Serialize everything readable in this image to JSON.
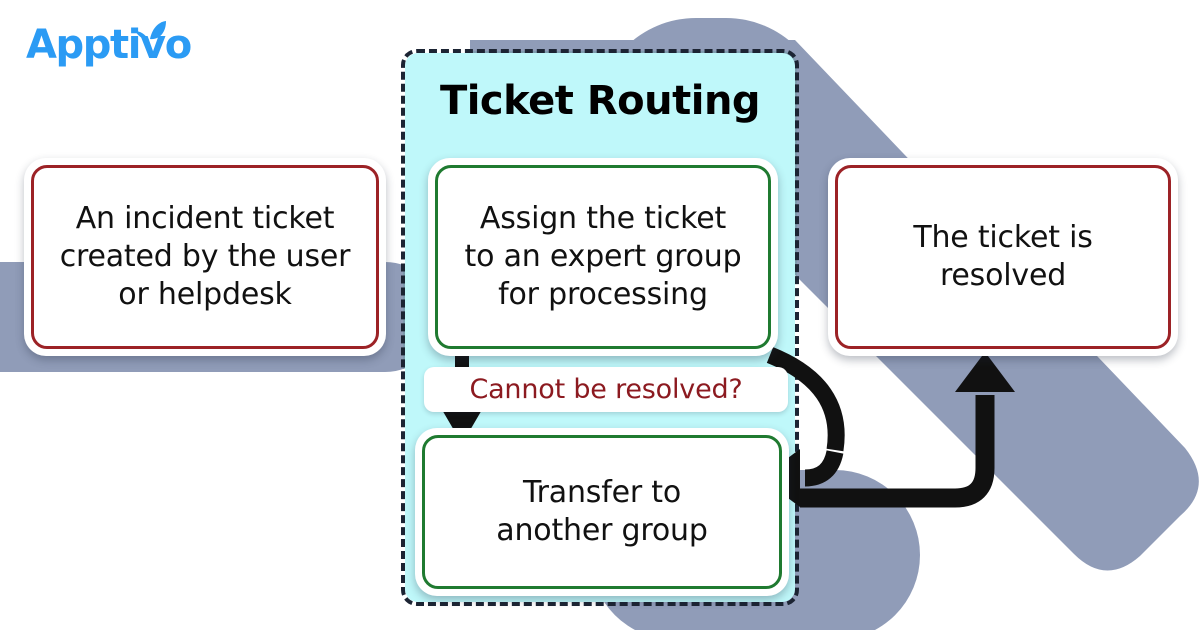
{
  "brand": {
    "name": "Apptivo",
    "logo_color": "#2B9BF4",
    "leaf_icon": "leaf-icon"
  },
  "panel": {
    "title": "Ticket Routing",
    "fill_color": "#BFF8FA",
    "border_style": "dashed",
    "border_color": "#1C2433"
  },
  "palette": {
    "red_border": "#9C2226",
    "green_border": "#1F7A30",
    "label_text": "#8C1A20",
    "backdrop_slate": "#909CB8",
    "backdrop_steel": "#7D9AAC",
    "arrow_black": "#111111"
  },
  "nodes": [
    {
      "id": "incident",
      "label": "An incident ticket\ncreated by the user\nor helpdesk",
      "lines": [
        "An incident ticket",
        "created by the user",
        "or helpdesk"
      ],
      "accent": "red"
    },
    {
      "id": "assign",
      "label": "Assign the ticket\nto an expert group\nfor processing",
      "lines": [
        "Assign the ticket",
        "to an expert group",
        "for processing"
      ],
      "accent": "green"
    },
    {
      "id": "resolved",
      "label": "The ticket is\nresolved",
      "lines": [
        "The ticket is",
        "resolved"
      ],
      "accent": "red"
    },
    {
      "id": "transfer",
      "label": "Transfer to\nanother group",
      "lines": [
        "Transfer to",
        "another group"
      ],
      "accent": "green"
    }
  ],
  "edges": [
    {
      "id": "assign-to-transfer",
      "label": "Cannot be resolved?",
      "from": "assign",
      "to": "transfer",
      "style": "straight-down"
    },
    {
      "id": "assign-curve-to-transfer",
      "label": "",
      "from": "assign",
      "to": "transfer",
      "style": "curved"
    },
    {
      "id": "transfer-to-resolved",
      "label": "",
      "from": "transfer",
      "to": "resolved",
      "style": "elbow-up"
    }
  ],
  "labels": {
    "cannot_be_resolved": "Cannot be resolved?"
  },
  "chart_data": {
    "type": "diagram",
    "title": "Ticket Routing",
    "nodes": [
      "An incident ticket created by the user or helpdesk",
      "Assign the ticket to an expert group for processing",
      "The ticket is resolved",
      "Transfer to another group"
    ],
    "edges": [
      {
        "from": "Assign the ticket to an expert group for processing",
        "to": "Transfer to another group",
        "label": "Cannot be resolved?"
      },
      {
        "from": "Transfer to another group",
        "to": "The ticket is resolved",
        "label": ""
      }
    ]
  }
}
